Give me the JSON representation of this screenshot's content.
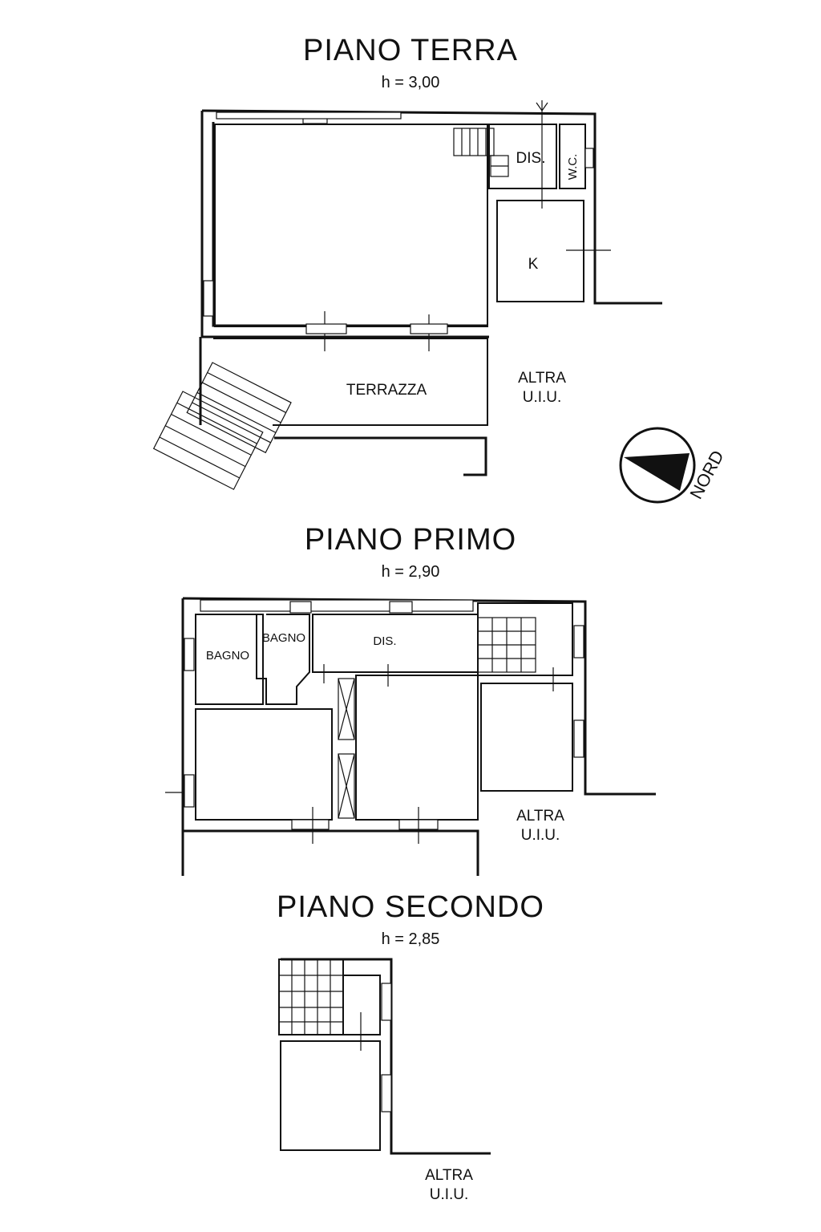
{
  "floors": {
    "ground": {
      "title": "PIANO TERRA",
      "height": "h = 3,00",
      "rooms": {
        "dis": "DIS.",
        "wc": "W.C.",
        "k": "K",
        "terrazza": "TERRAZZA"
      },
      "other_unit": [
        "ALTRA",
        "U.I.U."
      ]
    },
    "first": {
      "title": "PIANO PRIMO",
      "height": "h = 2,90",
      "rooms": {
        "bagno1": "BAGNO",
        "bagno2": "BAGNO",
        "dis": "DIS."
      },
      "other_unit": [
        "ALTRA",
        "U.I.U."
      ]
    },
    "second": {
      "title": "PIANO  SECONDO",
      "height": "h = 2,85",
      "other_unit": [
        "ALTRA",
        "U.I.U."
      ]
    }
  },
  "compass": {
    "label": "NORD"
  }
}
